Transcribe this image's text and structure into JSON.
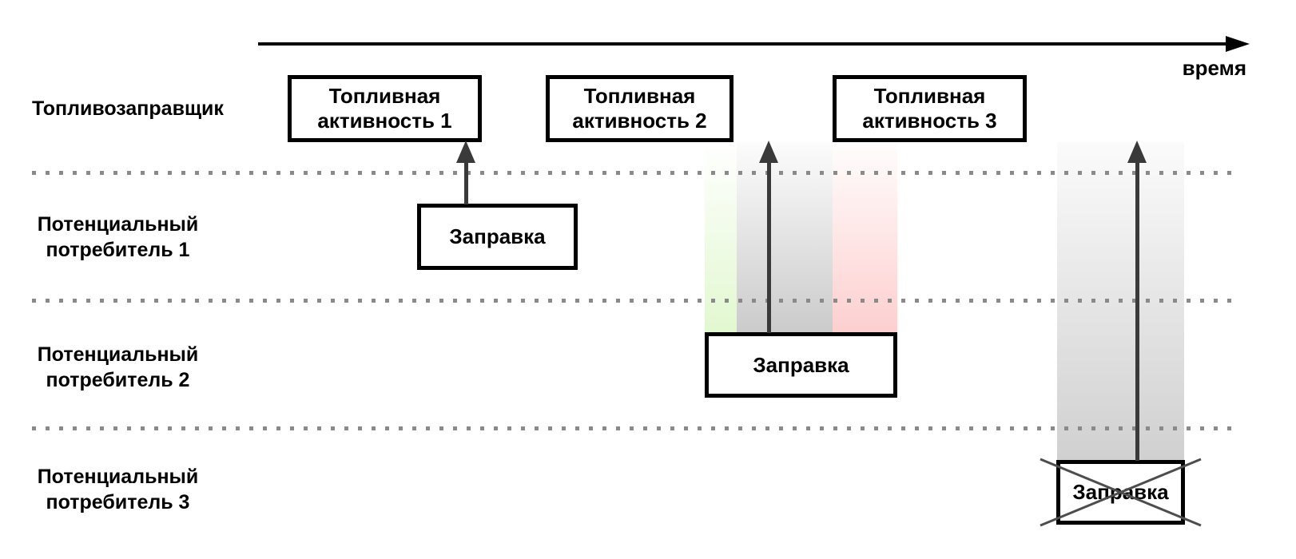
{
  "diagram": {
    "time_axis": {
      "label": "время"
    },
    "lanes": [
      {
        "label_lines": [
          "Топливозаправщик"
        ]
      },
      {
        "label_lines": [
          "Потенциальный",
          "потребитель 1"
        ]
      },
      {
        "label_lines": [
          "Потенциальный",
          "потребитель 2"
        ]
      },
      {
        "label_lines": [
          "Потенциальный",
          "потребитель 3"
        ]
      }
    ],
    "activity_boxes": [
      {
        "lines": [
          "Топливная",
          "активность 1"
        ]
      },
      {
        "lines": [
          "Топливная",
          "активность 2"
        ]
      },
      {
        "lines": [
          "Топливная",
          "активность 3"
        ]
      }
    ],
    "refueling_boxes": [
      {
        "label": "Заправка",
        "crossed_out": false
      },
      {
        "label": "Заправка",
        "crossed_out": false
      },
      {
        "label": "Заправка",
        "crossed_out": true
      }
    ],
    "colors": {
      "band_green": "#e2f8d0",
      "band_gray": "#cbcbcb",
      "band_red": "#fdcfcf",
      "band_gray_tall": "#d0d0d0",
      "arrow": "#3a3a3a",
      "dotted": "#8a8a8a",
      "border": "#000000",
      "cross": "#4d4d4d"
    }
  }
}
